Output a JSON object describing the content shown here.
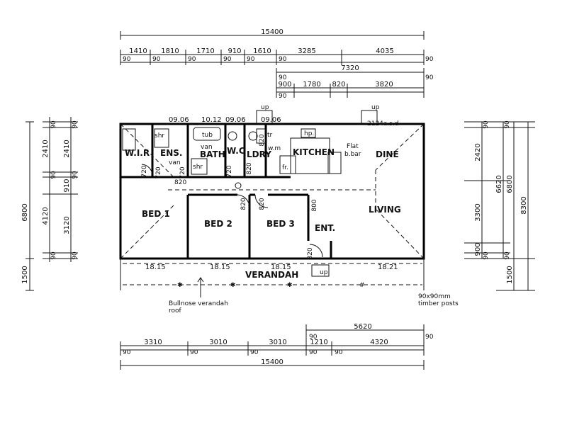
{
  "rooms": {
    "wir": "W.I.R",
    "ens": "ENS.",
    "bath": "BATH",
    "wc": "W.C",
    "ldry": "LDRY",
    "kitchen": "KITCHEN",
    "dine": "DINE",
    "bed1": "BED 1",
    "bed2": "BED 2",
    "bed3": "BED 3",
    "ent": "ENT.",
    "living": "LIVING",
    "verandah": "VERANDAH"
  },
  "fixtures": {
    "shr1": "shr",
    "tub": "tub",
    "van_bath": "van",
    "van_ens": "van",
    "shr2": "shr",
    "tr": "tr",
    "wm": "w.m",
    "hp": "hp.",
    "fr": "fr.",
    "flat": "Flat",
    "bbar": "b.bar"
  },
  "ceiling_heights": {
    "h1": "09.06",
    "h2": "10.12",
    "h3": "09.06",
    "h4": "09.06",
    "asd": "2124a.s.d"
  },
  "floor_levels": [
    "18.15",
    "18.15",
    "18.15",
    "18.21"
  ],
  "stairs": {
    "up1": "up",
    "up2": "up",
    "up3": "up"
  },
  "doors": {
    "d720a": "720",
    "d720b": "720",
    "d720c": "720",
    "d720d": "720",
    "d820a": "820",
    "d820b": "820",
    "d820c": "820",
    "d820d": "820",
    "d820e": "820",
    "d820f": "820",
    "d800": "800"
  },
  "notes": {
    "bullnose1": "Bullnose verandah",
    "bullnose2": "roof",
    "posts1": "90x90mm",
    "posts2": "timber posts"
  },
  "top_dims": {
    "overall": "15400",
    "row1": [
      "1410",
      "1810",
      "1710",
      "910",
      "1610",
      "3285",
      "4035"
    ],
    "row1_walls": [
      "90",
      "90",
      "90",
      "90",
      "90",
      "90",
      "90"
    ],
    "right_7320": "7320",
    "row3": [
      "900",
      "1780",
      "820",
      "3820"
    ],
    "row3_walls": [
      "90",
      "90",
      "90"
    ]
  },
  "bottom_dims": {
    "right_5620": "5620",
    "row1": [
      "3310",
      "3010",
      "3010",
      "1210",
      "4320"
    ],
    "walls": [
      "90",
      "90",
      "90",
      "90",
      "90",
      "90",
      "90"
    ],
    "overall": "15400"
  },
  "left_dims": {
    "overall": "6800",
    "verandah": "1500",
    "col_outer": [
      "2410",
      "4120"
    ],
    "col_inner": [
      "2410",
      "910",
      "3120"
    ],
    "walls": [
      "90",
      "90",
      "90",
      "90",
      "90",
      "90"
    ]
  },
  "right_dims": {
    "col1": [
      "2420",
      "3300",
      "900"
    ],
    "col2": "6620",
    "col3": "6800",
    "col4": "8300",
    "verandah": "1500",
    "walls": [
      "90",
      "90",
      "90",
      "90"
    ]
  }
}
